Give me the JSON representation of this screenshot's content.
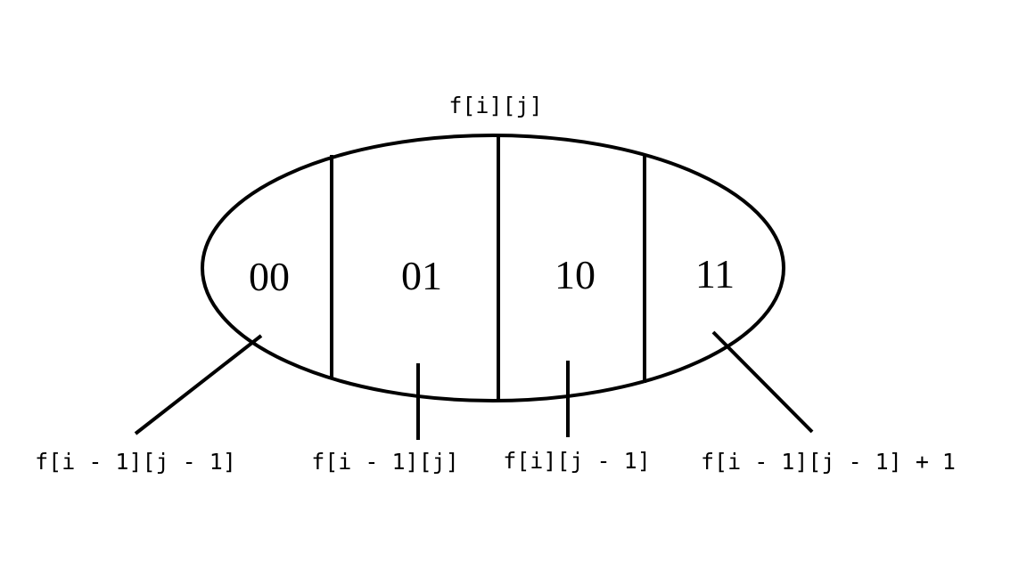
{
  "diagram": {
    "title": "f[i][j]",
    "regions": [
      "00",
      "01",
      "10",
      "11"
    ],
    "transitions": [
      "f[i - 1][j - 1]",
      "f[i - 1][j]",
      "f[i][j - 1]",
      "f[i - 1][j - 1] + 1"
    ],
    "colors": {
      "ink": "#000000",
      "background": "#ffffff"
    }
  }
}
